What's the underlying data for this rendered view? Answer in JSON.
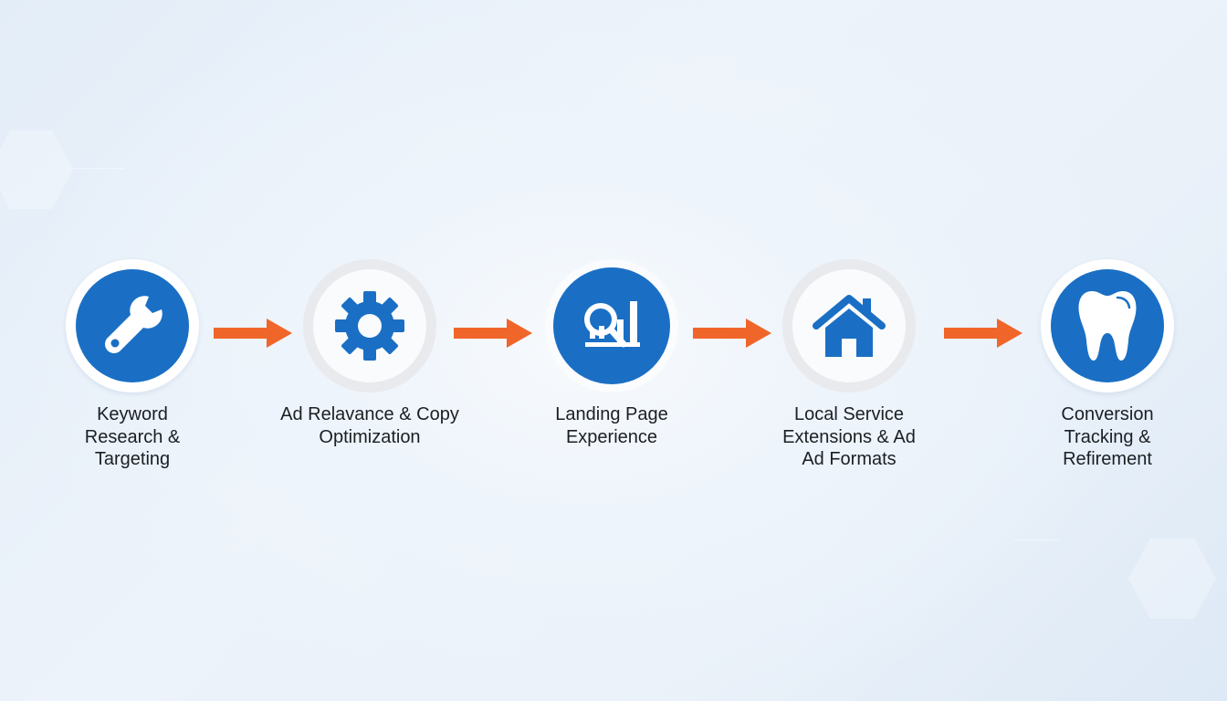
{
  "diagram": {
    "type": "process-flow",
    "direction": "left-to-right",
    "colors": {
      "primary_blue": "#1a6fc4",
      "arrow_orange": "#f0662a",
      "ring_gray": "#e8eaed",
      "text": "#1b1f24"
    },
    "steps": [
      {
        "id": 1,
        "label": "Keyword\nResearch &\nTargeting",
        "icon": "wrench-icon",
        "style": "filled-blue"
      },
      {
        "id": 2,
        "label": "Ad Relavance & Copy\nOptimization",
        "icon": "gear-icon",
        "style": "outline-white"
      },
      {
        "id": 3,
        "label": "Landing Page\nExperience",
        "icon": "magnifier-chart-icon",
        "style": "filled-blue"
      },
      {
        "id": 4,
        "label": "Local Service\nExtensions & Ad\nAd Formats",
        "icon": "house-icon",
        "style": "outline-white"
      },
      {
        "id": 5,
        "label": "Conversion\nTracking &\nRefirement",
        "icon": "tooth-icon",
        "style": "filled-blue"
      }
    ],
    "connectors": [
      {
        "from": 1,
        "to": 2,
        "icon": "arrow-right-icon"
      },
      {
        "from": 2,
        "to": 3,
        "icon": "arrow-right-icon"
      },
      {
        "from": 3,
        "to": 4,
        "icon": "arrow-right-icon"
      },
      {
        "from": 4,
        "to": 5,
        "icon": "arrow-right-icon"
      }
    ]
  }
}
